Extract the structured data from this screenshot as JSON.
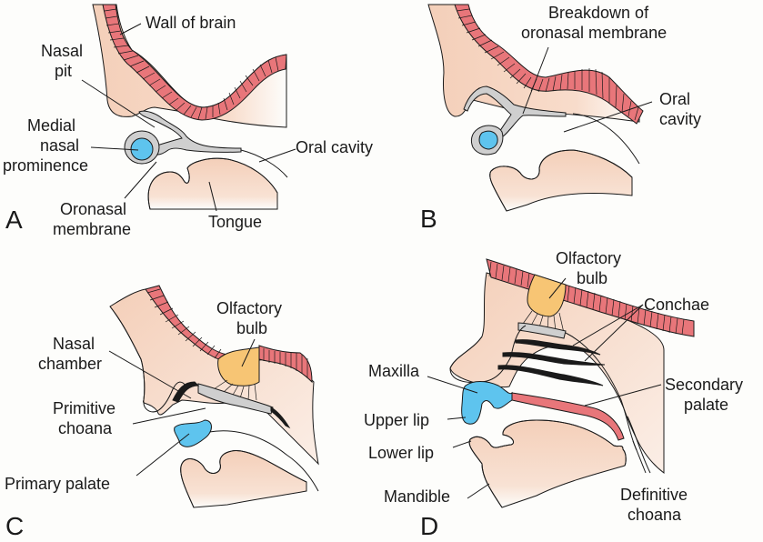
{
  "figure": {
    "panels": [
      {
        "id": "A",
        "label": "A",
        "labels": {
          "wall_of_brain": "Wall of brain",
          "nasal_pit_1": "Nasal",
          "nasal_pit_2": "pit",
          "medial_1": "Medial",
          "medial_2": "nasal",
          "medial_3": "prominence",
          "oral_cavity": "Oral cavity",
          "oronasal_1": "Oronasal",
          "oronasal_2": "membrane",
          "tongue": "Tongue"
        }
      },
      {
        "id": "B",
        "label": "B",
        "labels": {
          "breakdown_1": "Breakdown of",
          "breakdown_2": "oronasal membrane",
          "oral_1": "Oral",
          "oral_2": "cavity"
        }
      },
      {
        "id": "C",
        "label": "C",
        "labels": {
          "olfactory_1": "Olfactory",
          "olfactory_2": "bulb",
          "nasal_chamber_1": "Nasal",
          "nasal_chamber_2": "chamber",
          "primitive_1": "Primitive",
          "primitive_2": "choana",
          "primary_palate": "Primary palate"
        }
      },
      {
        "id": "D",
        "label": "D",
        "labels": {
          "olfactory_1": "Olfactory",
          "olfactory_2": "bulb",
          "conchae": "Conchae",
          "maxilla": "Maxilla",
          "secondary_1": "Secondary",
          "secondary_2": "palate",
          "upper_lip": "Upper lip",
          "lower_lip": "Lower lip",
          "mandible": "Mandible",
          "definitive_1": "Definitive",
          "definitive_2": "choana"
        }
      }
    ],
    "colors": {
      "brain_wall": "#e8767a",
      "mesenchyme": "#f6d5c2",
      "epithelium": "#cfcfcf",
      "prominence_palate": "#5ec4ee",
      "olfactory_bulb": "#f7c574",
      "background": "#fdfdfb"
    }
  }
}
